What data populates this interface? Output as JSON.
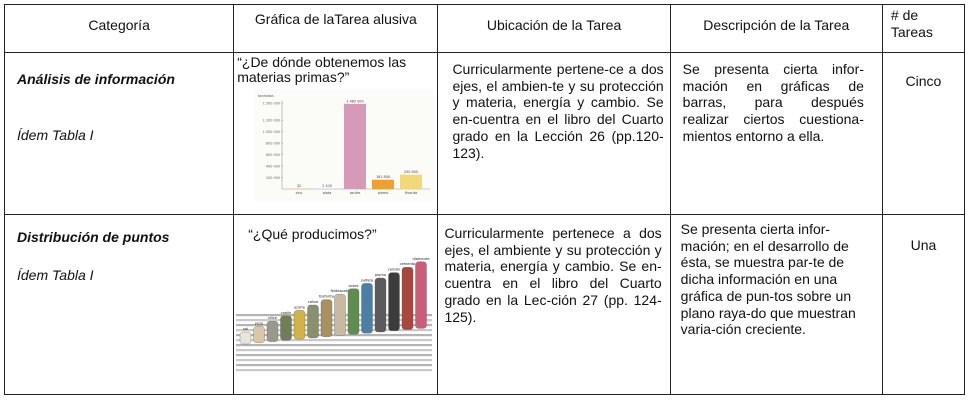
{
  "headers": {
    "categoria": "Categoría",
    "grafica": "Gráfica de laTarea alusiva",
    "ubicacion": "Ubicación de la Tarea",
    "descripcion": "Descripción de la Tarea",
    "num_tareas": "# de Tareas"
  },
  "rows": [
    {
      "categoria": "Análisis de información",
      "idem": "Ídem  Tabla I",
      "grafica_titulo": "“¿De dónde obtenemos las materias primas?”",
      "ubicacion": "Curricularmente pertene-ce a dos ejes, el ambien-te y su protección y materia, energía y cambio. Se en-cuentra en el libro del Cuarto grado en la Lección 26 (pp.120-123).",
      "descripcion": "Se presenta cierta infor-mación en gráficas de barras, para después realizar ciertos cuestiona-mientos entorno a ella.",
      "num_tareas": "Cinco",
      "chart": {
        "y_ticks": [
          "1 500 000",
          "1 200 000",
          "1 000 000",
          "800 000",
          "600 000",
          "400 000",
          "200 000"
        ],
        "y_axis_unit": "toneladas",
        "bars": [
          {
            "label": "cinc",
            "value_label": "32",
            "value": 32,
            "color": "#e8c8a0"
          },
          {
            "label": "plata",
            "value_label": "2 100",
            "value": 2100,
            "color": "#cfd6e0"
          },
          {
            "label": "azufre",
            "value_label": "1 485 000",
            "value": 1485000,
            "color": "#d59ab8"
          },
          {
            "label": "plomo",
            "value_label": "161 800",
            "value": 161800,
            "color": "#f0a030"
          },
          {
            "label": "fluorita",
            "value_label": "250 800",
            "value": 250800,
            "color": "#f2d878"
          }
        ]
      }
    },
    {
      "categoria": "Distribución de puntos",
      "idem": "Ídem  Tabla I",
      "grafica_titulo": "“¿Qué producimos?”",
      "ubicacion": "Curricularmente pertenece a dos ejes, el ambiente y su protección y materia, energía y cambio. Se en-cuentra en el libro del Cuarto grado en la Lec-ción 27 (pp. 124-125).",
      "descripcion": "Se presenta cierta infor-mación; en el desarrollo de ésta, se muestra par-te de dicha información en una gráfica de pun-tos sobre un plano raya-do que muestran varia-ción creciente.",
      "num_tareas": "Una",
      "mineral_labels": [
        "sal",
        "yeso",
        "sílice",
        "caolín",
        "azufre",
        "caliza",
        "fosforita",
        "feldespato",
        "cobre",
        "sulfato",
        "plomo",
        "carbón",
        "cemento",
        "diamante"
      ]
    }
  ]
}
